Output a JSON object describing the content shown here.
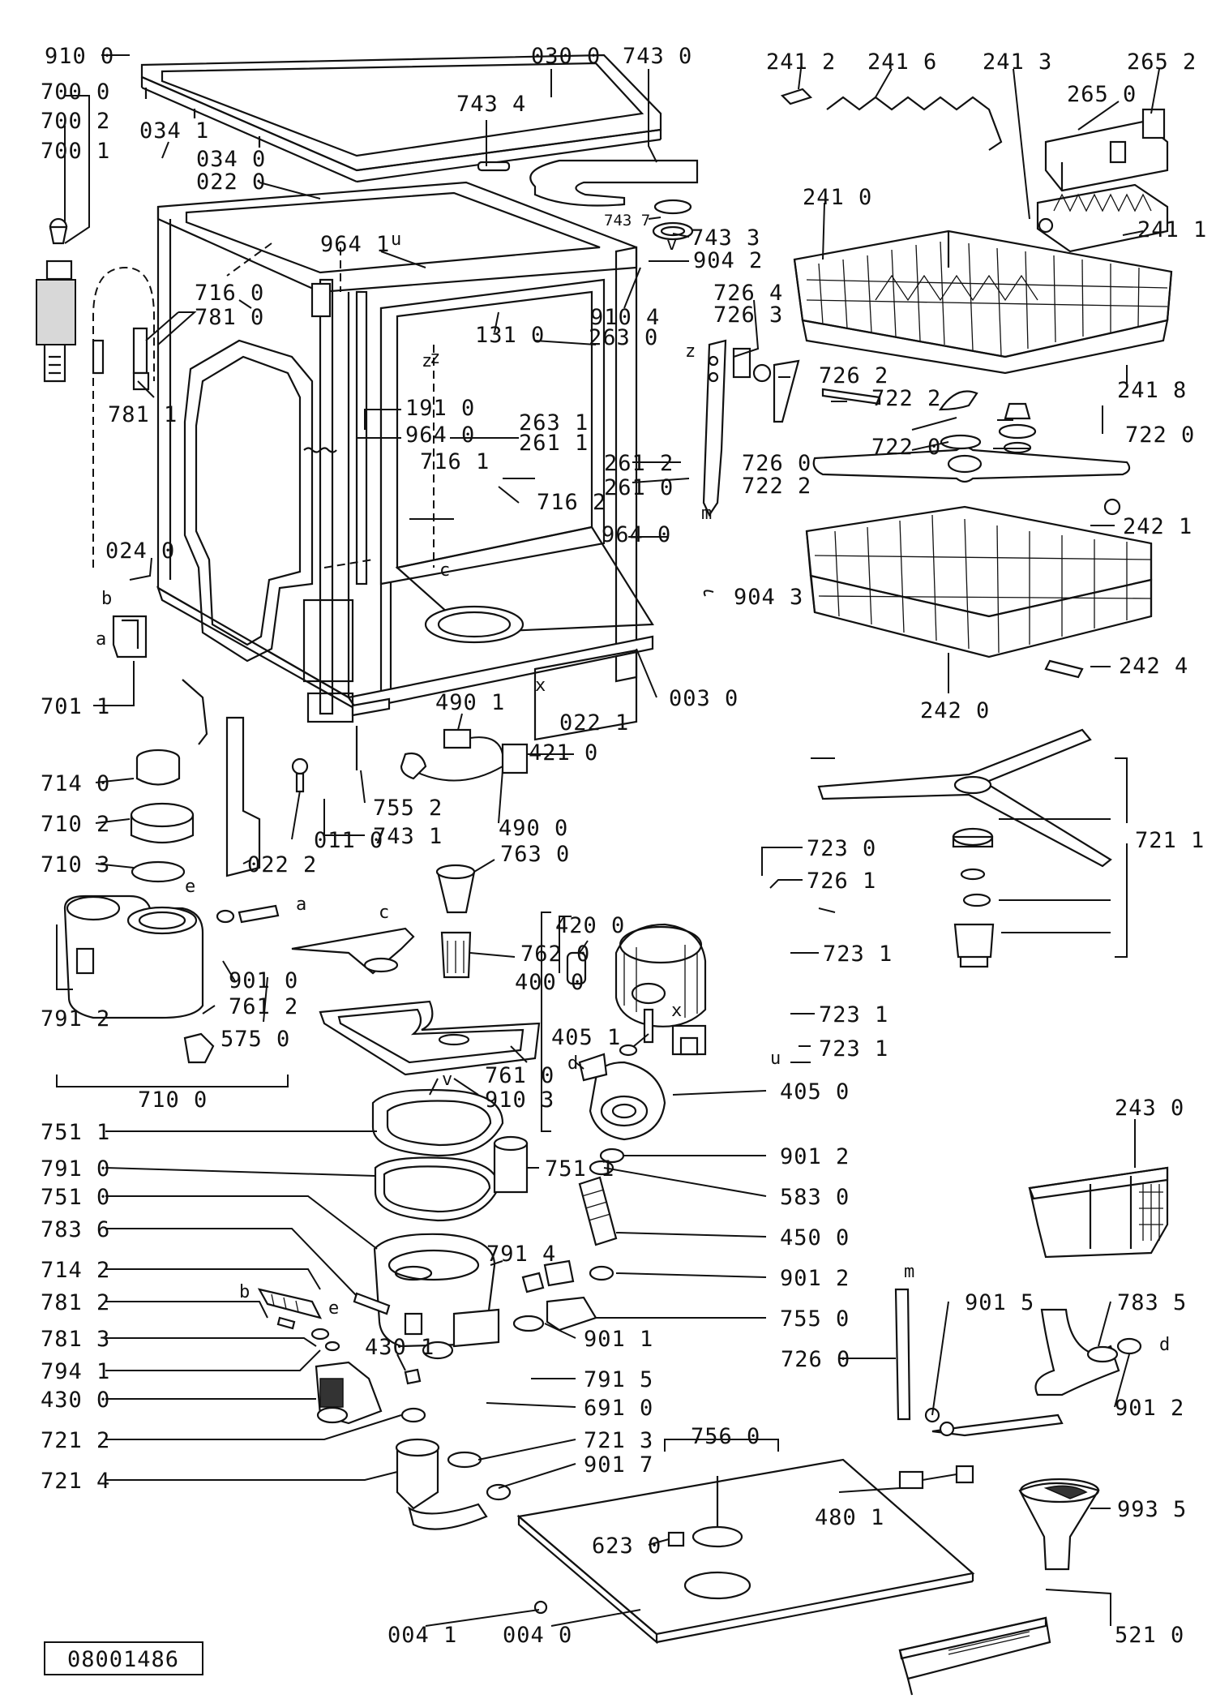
{
  "document_code": "08001486",
  "labels": [
    {
      "id": "910-0",
      "text": "910 0"
    },
    {
      "id": "030-0",
      "text": "030 0"
    },
    {
      "id": "743-0",
      "text": "743 0"
    },
    {
      "id": "241-2",
      "text": "241 2"
    },
    {
      "id": "241-6",
      "text": "241 6"
    },
    {
      "id": "241-3",
      "text": "241 3"
    },
    {
      "id": "265-2",
      "text": "265 2"
    },
    {
      "id": "700-0",
      "text": "700 0"
    },
    {
      "id": "700-2",
      "text": "700 2"
    },
    {
      "id": "700-1",
      "text": "700 1"
    },
    {
      "id": "743-4",
      "text": "743 4"
    },
    {
      "id": "265-0",
      "text": "265 0"
    },
    {
      "id": "034-1",
      "text": "034 1"
    },
    {
      "id": "034-0",
      "text": "034 0"
    },
    {
      "id": "022-0",
      "text": "022 0"
    },
    {
      "id": "241-0",
      "text": "241 0"
    },
    {
      "id": "743-7",
      "text": "743 7"
    },
    {
      "id": "743-3",
      "text": "743 3"
    },
    {
      "id": "904-2",
      "text": "904 2"
    },
    {
      "id": "964-1",
      "text": "964 1"
    },
    {
      "id": "241-1",
      "text": "241 1"
    },
    {
      "id": "726-4",
      "text": "726 4"
    },
    {
      "id": "726-3",
      "text": "726 3"
    },
    {
      "id": "910-4",
      "text": "910 4"
    },
    {
      "id": "716-0",
      "text": "716 0"
    },
    {
      "id": "781-0",
      "text": "781 0"
    },
    {
      "id": "131-0",
      "text": "131 0"
    },
    {
      "id": "263-0",
      "text": "263 0"
    },
    {
      "id": "241-8",
      "text": "241 8"
    },
    {
      "id": "726-2",
      "text": "726 2"
    },
    {
      "id": "781-1",
      "text": "781 1"
    },
    {
      "id": "191-0",
      "text": "191 0"
    },
    {
      "id": "722-2a",
      "text": "722 2"
    },
    {
      "id": "964-0",
      "text": "964 0"
    },
    {
      "id": "263-1",
      "text": "263 1"
    },
    {
      "id": "261-1",
      "text": "261 1"
    },
    {
      "id": "722-0",
      "text": "722 0"
    },
    {
      "id": "722-0b",
      "text": "722 0"
    },
    {
      "id": "716-1",
      "text": "716 1"
    },
    {
      "id": "261-2",
      "text": "261 2"
    },
    {
      "id": "726-0a",
      "text": "726 0"
    },
    {
      "id": "261-0",
      "text": "261 0"
    },
    {
      "id": "722-2b",
      "text": "722 2"
    },
    {
      "id": "716-2",
      "text": "716 2"
    },
    {
      "id": "964-0b",
      "text": "964 0"
    },
    {
      "id": "242-1",
      "text": "242 1"
    },
    {
      "id": "024-0",
      "text": "024 0"
    },
    {
      "id": "904-3",
      "text": "904 3"
    },
    {
      "id": "242-4",
      "text": "242 4"
    },
    {
      "id": "701-1",
      "text": "701 1"
    },
    {
      "id": "003-0",
      "text": "003 0"
    },
    {
      "id": "490-1",
      "text": "490 1"
    },
    {
      "id": "022-1",
      "text": "022 1"
    },
    {
      "id": "242-0",
      "text": "242 0"
    },
    {
      "id": "421-0",
      "text": "421 0"
    },
    {
      "id": "714-0",
      "text": "714 0"
    },
    {
      "id": "755-2",
      "text": "755 2"
    },
    {
      "id": "721-1",
      "text": "721 1"
    },
    {
      "id": "710-2",
      "text": "710 2"
    },
    {
      "id": "743-1",
      "text": "743 1"
    },
    {
      "id": "011-0",
      "text": "011 0"
    },
    {
      "id": "490-0",
      "text": "490 0"
    },
    {
      "id": "763-0",
      "text": "763 0"
    },
    {
      "id": "710-3",
      "text": "710 3"
    },
    {
      "id": "022-2",
      "text": "022 2"
    },
    {
      "id": "723-0",
      "text": "723 0"
    },
    {
      "id": "726-1",
      "text": "726 1"
    },
    {
      "id": "420-0",
      "text": "420 0"
    },
    {
      "id": "762-0",
      "text": "762 0"
    },
    {
      "id": "723-1",
      "text": "723 1"
    },
    {
      "id": "901-0",
      "text": "901 0"
    },
    {
      "id": "400-0",
      "text": "400 0"
    },
    {
      "id": "791-2",
      "text": "791 2"
    },
    {
      "id": "761-2",
      "text": "761 2"
    },
    {
      "id": "723-1b",
      "text": "723 1"
    },
    {
      "id": "575-0",
      "text": "575 0"
    },
    {
      "id": "405-1",
      "text": "405 1"
    },
    {
      "id": "723-1c",
      "text": "723 1"
    },
    {
      "id": "761-0",
      "text": "761 0"
    },
    {
      "id": "910-3",
      "text": "910 3"
    },
    {
      "id": "405-0",
      "text": "405 0"
    },
    {
      "id": "710-0",
      "text": "710 0"
    },
    {
      "id": "243-0",
      "text": "243 0"
    },
    {
      "id": "751-1",
      "text": "751 1"
    },
    {
      "id": "901-2a",
      "text": "901 2"
    },
    {
      "id": "791-0",
      "text": "791 0"
    },
    {
      "id": "751-1b",
      "text": "751 1"
    },
    {
      "id": "751-0",
      "text": "751 0"
    },
    {
      "id": "583-0",
      "text": "583 0"
    },
    {
      "id": "783-6",
      "text": "783 6"
    },
    {
      "id": "450-0",
      "text": "450 0"
    },
    {
      "id": "791-4",
      "text": "791 4"
    },
    {
      "id": "714-2",
      "text": "714 2"
    },
    {
      "id": "901-2b",
      "text": "901 2"
    },
    {
      "id": "781-2",
      "text": "781 2"
    },
    {
      "id": "901-5",
      "text": "901 5"
    },
    {
      "id": "783-5",
      "text": "783 5"
    },
    {
      "id": "755-0",
      "text": "755 0"
    },
    {
      "id": "781-3",
      "text": "781 3"
    },
    {
      "id": "901-1",
      "text": "901 1"
    },
    {
      "id": "726-0b",
      "text": "726 0"
    },
    {
      "id": "430-1",
      "text": "430 1"
    },
    {
      "id": "794-1",
      "text": "794 1"
    },
    {
      "id": "791-5",
      "text": "791 5"
    },
    {
      "id": "430-0",
      "text": "430 0"
    },
    {
      "id": "691-0",
      "text": "691 0"
    },
    {
      "id": "901-2c",
      "text": "901 2"
    },
    {
      "id": "721-2",
      "text": "721 2"
    },
    {
      "id": "721-3",
      "text": "721 3"
    },
    {
      "id": "756-0",
      "text": "756 0"
    },
    {
      "id": "721-4",
      "text": "721 4"
    },
    {
      "id": "901-7",
      "text": "901 7"
    },
    {
      "id": "480-1",
      "text": "480 1"
    },
    {
      "id": "993-5",
      "text": "993 5"
    },
    {
      "id": "623-0",
      "text": "623 0"
    },
    {
      "id": "004-1",
      "text": "004 1"
    },
    {
      "id": "004-0",
      "text": "004 0"
    },
    {
      "id": "521-0",
      "text": "521 0"
    }
  ],
  "connection_letters": [
    {
      "id": "a-left",
      "text": "a"
    },
    {
      "id": "b-left",
      "text": "b"
    },
    {
      "id": "a-right",
      "text": "a"
    },
    {
      "id": "b-lower",
      "text": "b"
    },
    {
      "id": "c-upper",
      "text": "c"
    },
    {
      "id": "c-lower",
      "text": "c"
    },
    {
      "id": "d-pump",
      "text": "d"
    },
    {
      "id": "d-right",
      "text": "d"
    },
    {
      "id": "e-upper",
      "text": "e"
    },
    {
      "id": "e-lower",
      "text": "e"
    },
    {
      "id": "m-upper",
      "text": "m"
    },
    {
      "id": "m-lower",
      "text": "m"
    },
    {
      "id": "u-upper",
      "text": "u"
    },
    {
      "id": "u-lower",
      "text": "u"
    },
    {
      "id": "v-upper",
      "text": "v"
    },
    {
      "id": "v-lower",
      "text": "v"
    },
    {
      "id": "x-upper",
      "text": "x"
    },
    {
      "id": "x-lower",
      "text": "x"
    },
    {
      "id": "z-left",
      "text": "z"
    },
    {
      "id": "z-right",
      "text": "z"
    },
    {
      "id": "z-mid",
      "text": "z"
    }
  ]
}
